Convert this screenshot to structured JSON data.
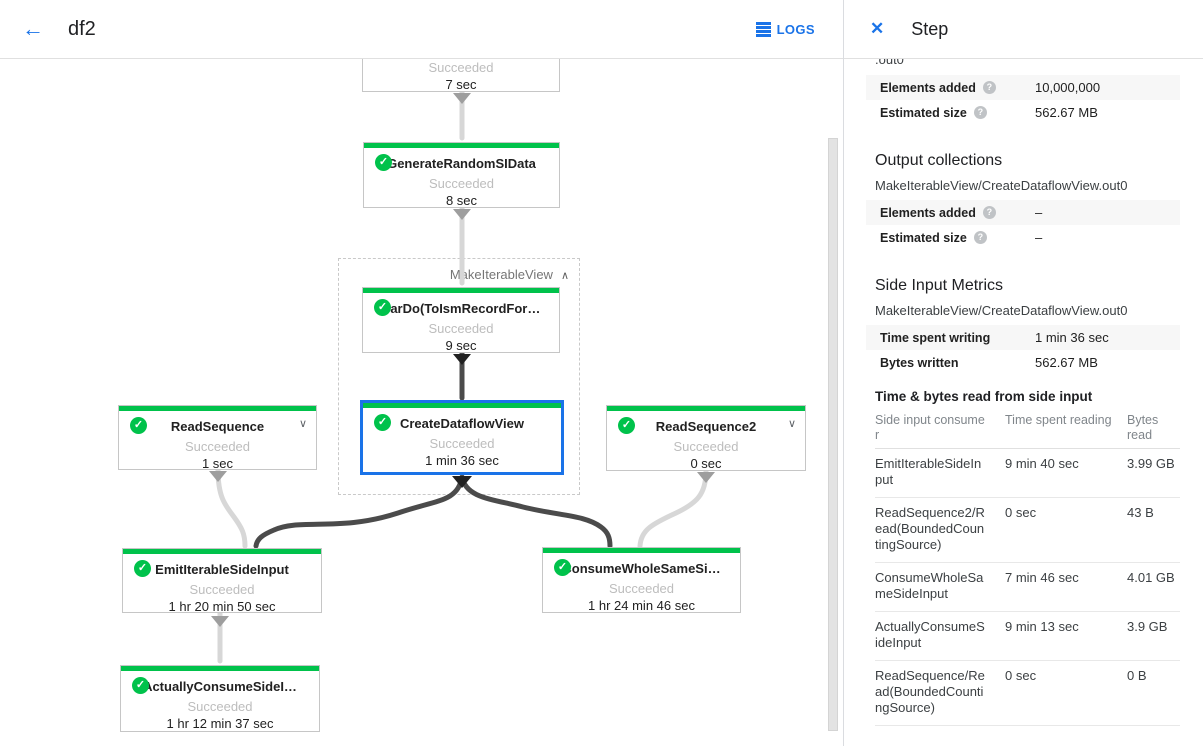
{
  "topbar": {
    "title": "df2",
    "logs_label": "LOGS"
  },
  "colors": {
    "accent_blue": "#1a73e8",
    "success_green": "#00c24b"
  },
  "graph": {
    "group_label": "MakeIterableView",
    "nodes": [
      {
        "label": "",
        "status": "Succeeded",
        "duration": "7 sec"
      },
      {
        "label": "GenerateRandomSIData",
        "status": "Succeeded",
        "duration": "8 sec"
      },
      {
        "label": "ParDo(ToIsmRecordFor…",
        "status": "Succeeded",
        "duration": "9 sec"
      },
      {
        "label": "CreateDataflowView",
        "status": "Succeeded",
        "duration": "1 min 36 sec"
      },
      {
        "label": "ReadSequence",
        "status": "Succeeded",
        "duration": "1 sec"
      },
      {
        "label": "ReadSequence2",
        "status": "Succeeded",
        "duration": "0 sec"
      },
      {
        "label": "EmitIterableSideInput",
        "status": "Succeeded",
        "duration": "1 hr 20 min 50 sec"
      },
      {
        "label": "ConsumeWholeSameSi…",
        "status": "Succeeded",
        "duration": "1 hr 24 min 46 sec"
      },
      {
        "label": "ActuallyConsumeSideI…",
        "status": "Succeeded",
        "duration": "1 hr 12 min 37 sec"
      }
    ]
  },
  "panel": {
    "title": "Step",
    "clipped_line": ".out0",
    "pcollection_metrics": {
      "rows": [
        {
          "label": "Elements added",
          "value": "10,000,000"
        },
        {
          "label": "Estimated size",
          "value": "562.67 MB"
        }
      ]
    },
    "output_collections": {
      "heading": "Output collections",
      "subtitle": "MakeIterableView/CreateDataflowView.out0",
      "rows": [
        {
          "label": "Elements added",
          "value": "–"
        },
        {
          "label": "Estimated size",
          "value": "–"
        }
      ]
    },
    "side_input_metrics": {
      "heading": "Side Input Metrics",
      "subtitle": "MakeIterableView/CreateDataflowView.out0",
      "rows": [
        {
          "label": "Time spent writing",
          "value": "1 min 36 sec"
        },
        {
          "label": "Bytes written",
          "value": "562.67 MB"
        }
      ]
    },
    "side_input_table": {
      "heading": "Time & bytes read from side input",
      "headers": [
        "Side input consumer",
        "Time spent reading",
        "Bytes read"
      ],
      "rows": [
        [
          "EmitIterableSideInput",
          "9 min 40 sec",
          "3.99 GB"
        ],
        [
          "ReadSequence2/Read(BoundedCountingSource)",
          "0 sec",
          "43 B"
        ],
        [
          "ConsumeWholeSameSideInput",
          "7 min 46 sec",
          "4.01 GB"
        ],
        [
          "ActuallyConsumeSideInput",
          "9 min 13 sec",
          "3.9 GB"
        ],
        [
          "ReadSequence/Read(BoundedCountingSource)",
          "0 sec",
          "0 B"
        ]
      ]
    }
  }
}
